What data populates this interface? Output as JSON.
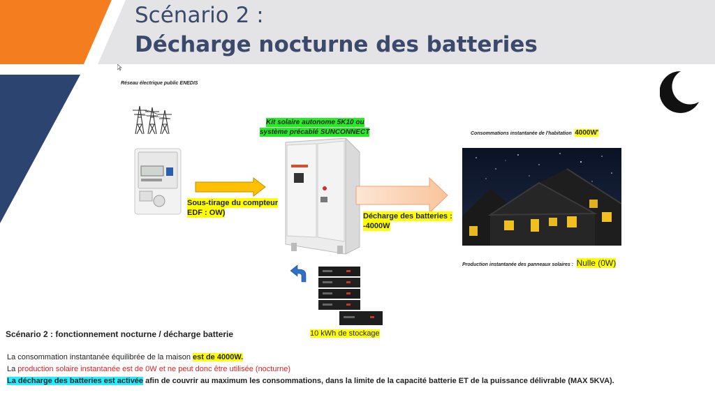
{
  "header": {
    "title_line1": "Scénario 2 :",
    "title_line2": "Décharge nocturne des batteries"
  },
  "diagram": {
    "grid_label": "Réseau électrique public ENEDIS",
    "kit_label_1": "Kit solaire autonome 5K10 ou",
    "kit_label_2": "système précablé SUNCONNECT",
    "consumption_label": "Consommations instantanée de l'habitation",
    "consumption_value": "4000W'",
    "meter_flow_1": "Sous-tirage du compteur",
    "meter_flow_2": "EDF : OW)",
    "battery_flow_1": "Décharge des batteries :",
    "battery_flow_2": "-4000W",
    "solar_label": "Production instantanée des panneaux solaires :",
    "solar_value": "Nulle (0W)",
    "storage_label": "10 kWh de stockage"
  },
  "scenario": {
    "heading": "Scénario 2 : fonctionnement nocturne / décharge batterie",
    "line1_prefix": "La consommation instantanée équilibrée de la maison ",
    "line1_highlight": "est de 4000W.",
    "line2_prefix": "La ",
    "line2_red": "production solaire instantanée est de 0W et ne peut donc être utilisée (nocturne)",
    "line3_highlight": "La décharge des batteries est activée",
    "line3_rest": " afin de couvrir au maximum les consommations, dans la limite de la capacité batterie ET de la puissance délivrable (MAX 5KVA)."
  },
  "colors": {
    "orange": "#f47d20",
    "navy": "#2c4470",
    "title": "#3b4a6b",
    "red_text": "#e02020"
  }
}
